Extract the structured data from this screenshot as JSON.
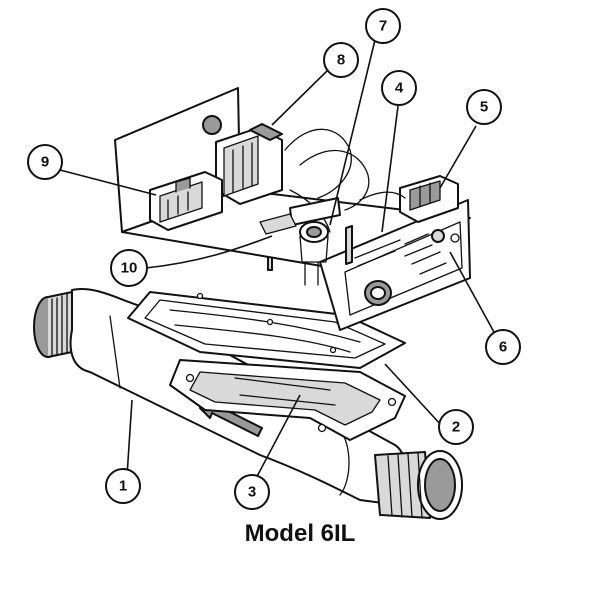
{
  "title": "Model 6IL",
  "callouts": [
    {
      "id": "1",
      "label": "1"
    },
    {
      "id": "2",
      "label": "2"
    },
    {
      "id": "3",
      "label": "3"
    },
    {
      "id": "4",
      "label": "4"
    },
    {
      "id": "5",
      "label": "5"
    },
    {
      "id": "6",
      "label": "6"
    },
    {
      "id": "7",
      "label": "7"
    },
    {
      "id": "8",
      "label": "8"
    },
    {
      "id": "9",
      "label": "9"
    },
    {
      "id": "10",
      "label": "10"
    }
  ]
}
